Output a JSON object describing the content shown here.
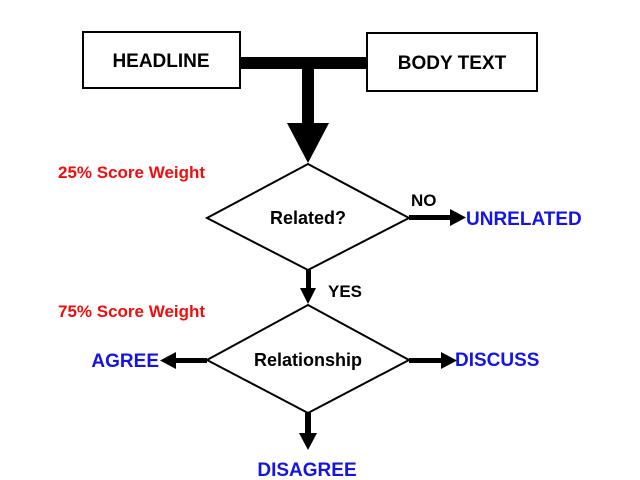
{
  "colors": {
    "weight": "#f20d0d",
    "outcome": "#1414e6",
    "line": "#000000"
  },
  "nodes": {
    "headline": "HEADLINE",
    "body_text": "BODY TEXT",
    "related": "Related?",
    "relationship": "Relationship"
  },
  "weights": {
    "stage1": "25% Score Weight",
    "stage2": "75% Score Weight"
  },
  "edges": {
    "no": "NO",
    "yes": "YES"
  },
  "outcomes": {
    "unrelated": "UNRELATED",
    "agree": "AGREE",
    "discuss": "DISCUSS",
    "disagree": "DISAGREE"
  }
}
